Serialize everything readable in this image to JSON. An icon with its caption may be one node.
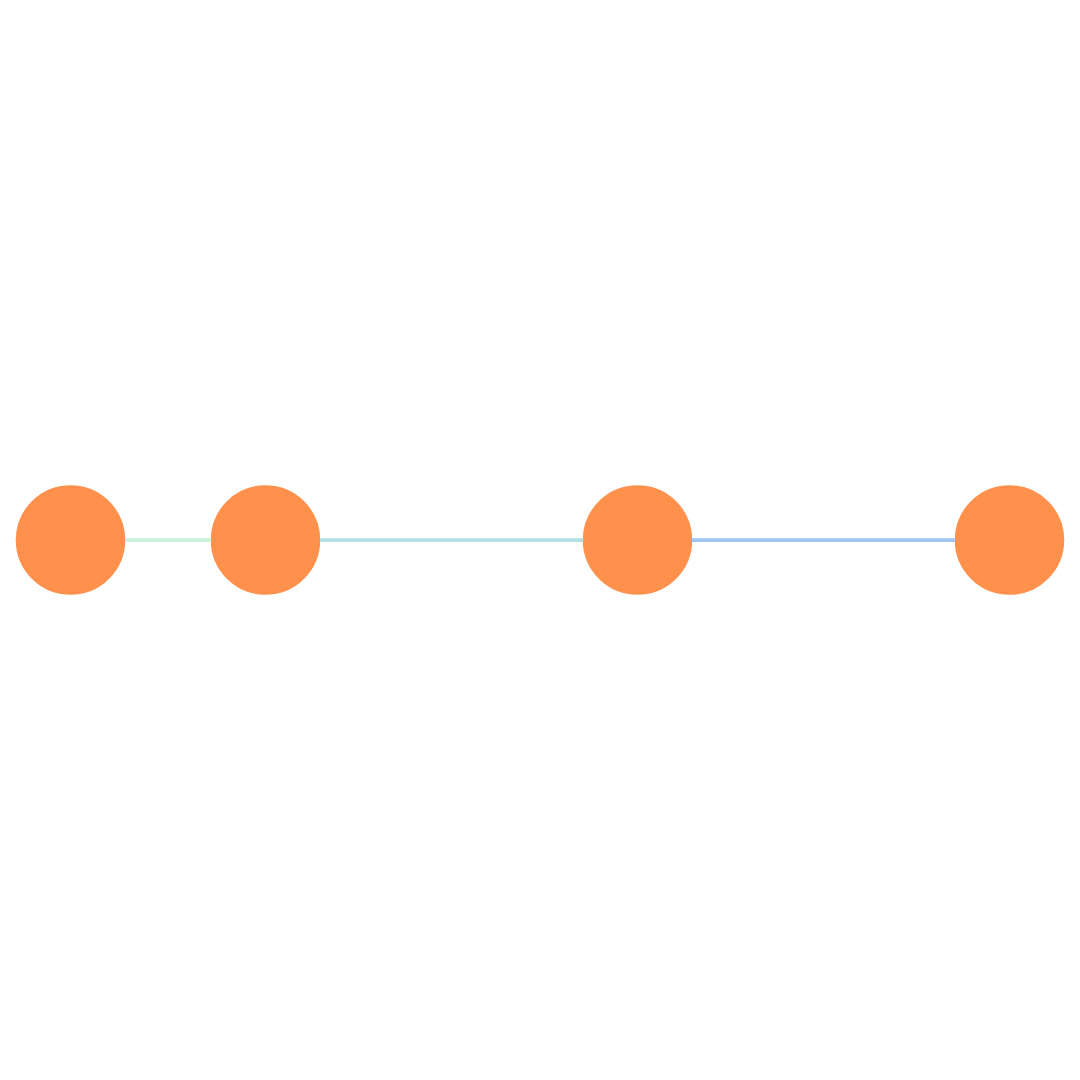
{
  "diagram": {
    "nodes": [
      {
        "text": [],
        "shape": "circle"
      },
      {
        "text": [],
        "shape": "circle"
      },
      {
        "text": [],
        "shape": "circle"
      },
      {
        "text": [],
        "shape": "circle"
      }
    ],
    "edges": [
      {
        "from": 0,
        "to": 1,
        "arrow": "none",
        "color": "#c8f2dc"
      },
      {
        "from": 1,
        "to": 2,
        "arrow": "none",
        "color": "#b4e0e4"
      },
      {
        "from": 2,
        "to": 3,
        "arrow": "none",
        "color": "#a0c4f4"
      }
    ]
  }
}
